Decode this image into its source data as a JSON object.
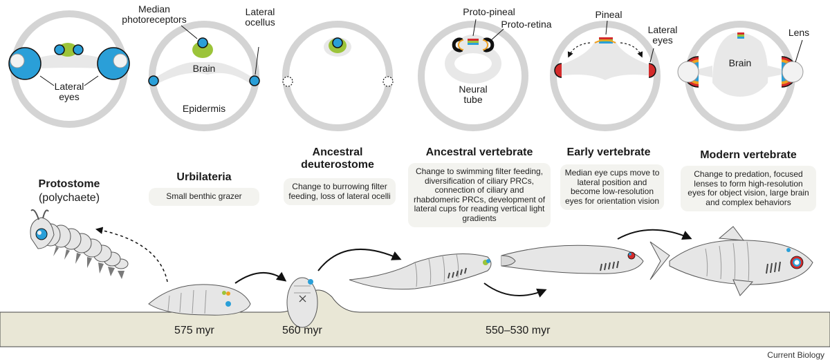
{
  "labels": {
    "median_photoreceptors": "Median\nphotoreceptors",
    "lateral_ocellus": "Lateral\nocellus",
    "brain_1": "Brain",
    "lateral_eyes_1": "Lateral\neyes",
    "epidermis": "Epidermis",
    "proto_pineal": "Proto-pineal",
    "proto_retina": "Proto-retina",
    "neural_tube": "Neural\ntube",
    "pineal": "Pineal",
    "lateral_eyes_2": "Lateral\neyes",
    "lens": "Lens",
    "brain_2": "Brain"
  },
  "stages": [
    {
      "title": "Protostome",
      "subtitle": "(polychaete)",
      "description": ""
    },
    {
      "title": "Urbilateria",
      "subtitle": "",
      "description": "Small benthic grazer"
    },
    {
      "title": "Ancestral\ndeuterostome",
      "subtitle": "",
      "description": "Change to burrowing filter feeding, loss of lateral ocelli"
    },
    {
      "title": "Ancestral vertebrate",
      "subtitle": "",
      "description": "Change to swimming filter feeding, diversification of ciliary PRCs, connection of ciliary and rhabdomeric PRCs, development of lateral cups for reading vertical light gradients"
    },
    {
      "title": "Early vertebrate",
      "subtitle": "",
      "description": "Median eye cups move to lateral position and become low-resolution eyes for orientation vision"
    },
    {
      "title": "Modern vertebrate",
      "subtitle": "",
      "description": "Change to predation, focused lenses to form high-resolution eyes for object vision, large brain and complex behaviors"
    }
  ],
  "ages": [
    "575 myr",
    "560 myr",
    "550–530 myr"
  ],
  "credit": "Current Biology",
  "colors": {
    "blue": "#2a9fd8",
    "green": "#9cc43a",
    "red": "#d42b2b",
    "orange": "#f0a020",
    "ring": "#d4d4d4",
    "body": "#e6e6e6",
    "ground": "#e9e7d6"
  }
}
